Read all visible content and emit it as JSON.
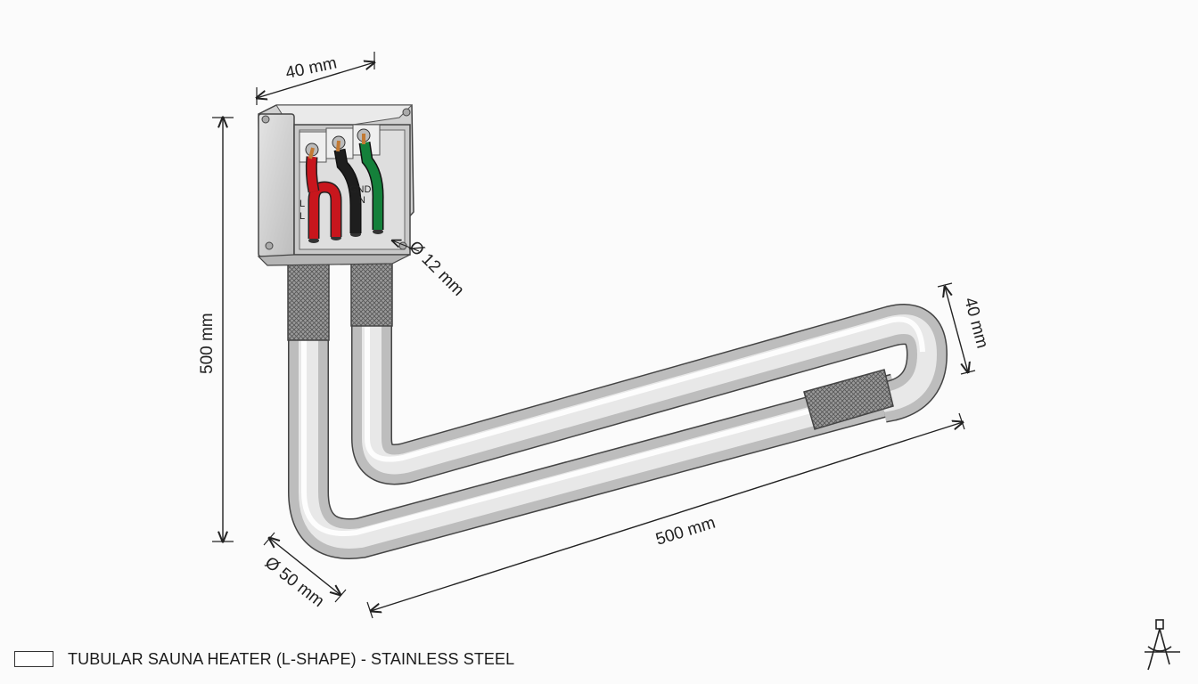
{
  "diagram": {
    "dimensions": {
      "box_width": "40 mm",
      "height": "500 mm",
      "length": "500 mm",
      "bend_width": "40 mm",
      "tube_diameter": "Ø 12 mm",
      "bend_diameter": "Ø 50 mm"
    },
    "wire_labels": {
      "l1": "L",
      "l2": "L",
      "gnd": "GND",
      "n": "N"
    },
    "wire_colors": {
      "live": "#c8161d",
      "neutral": "#1e1e1e",
      "ground": "#14803a"
    },
    "icons": [
      "drafting-compass-icon"
    ]
  },
  "legend": {
    "label": "TUBULAR SAUNA HEATER (L-SHAPE) - STAINLESS STEEL"
  }
}
